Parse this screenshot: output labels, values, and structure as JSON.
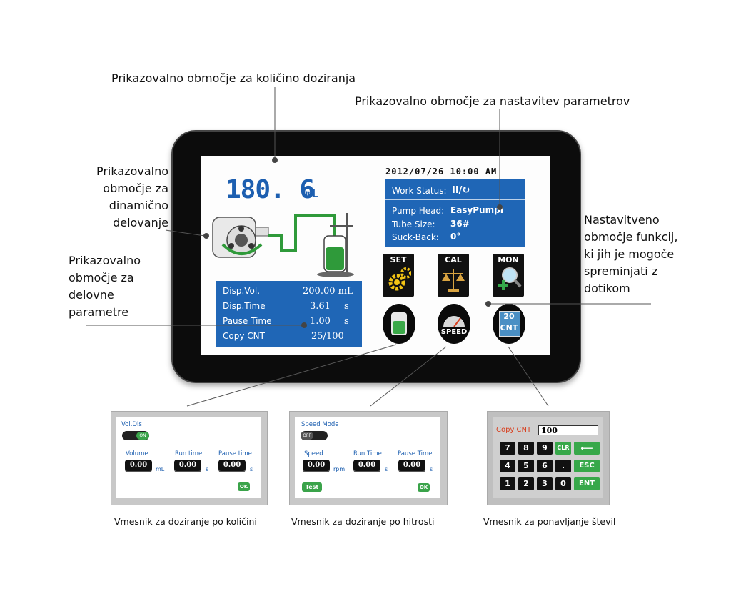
{
  "callouts": {
    "dosing_display": "Prikazovalno območje za količino doziranja",
    "param_display": "Prikazovalno območje za nastavitev parametrov",
    "dynamic_line1": "Prikazovalno",
    "dynamic_line2": "območje za",
    "dynamic_line3": "dinamično",
    "dynamic_line4": "delovanje",
    "work_line1": "Prikazovalno",
    "work_line2": "območje za",
    "work_line3": "delovne",
    "work_line4": "parametre",
    "func_line1": "Nastavitveno",
    "func_line2": "območje funkcij,",
    "func_line3": "ki jih je mogoče",
    "func_line4": "spreminjati z",
    "func_line5": "dotikom"
  },
  "screen": {
    "volume_value": "180. 6",
    "volume_unit": "mL",
    "datetime": "2012/07/26 10:00 AM",
    "status": {
      "work_status_label": "Work Status:",
      "work_status_value": "II/↻",
      "pump_head_label": "Pump Head:",
      "pump_head_value": "EasyPumpI",
      "tube_size_label": "Tube Size:",
      "tube_size_value": "36#",
      "suck_back_label": "Suck-Back:",
      "suck_back_value": "0°"
    },
    "params": {
      "disp_vol_label": "Disp.Vol.",
      "disp_vol_value": "200.00 mL",
      "disp_time_label": "Disp.Time",
      "disp_time_value": "3.61",
      "disp_time_unit": "s",
      "pause_time_label": "Pause Time",
      "pause_time_value": "1.00",
      "pause_time_unit": "s",
      "copy_cnt_label": "Copy CNT",
      "copy_cnt_value": "25/100"
    },
    "buttons": {
      "set": "SET",
      "cal": "CAL",
      "mon": "MON",
      "speed": "SPEED",
      "cnt_top": "20",
      "cnt_bottom": "CNT"
    }
  },
  "vol_panel": {
    "title": "Vol.Dis",
    "toggle": "ON",
    "volume_label": "Volume",
    "runtime_label": "Run time",
    "pause_label": "Pause time",
    "volume_value": "0.00",
    "runtime_value": "0.00",
    "pause_value": "0.00",
    "volume_unit": "mL",
    "runtime_unit": "s",
    "pause_unit": "s",
    "ok": "OK",
    "caption": "Vmesnik za doziranje po količini"
  },
  "speed_panel": {
    "title": "Speed Mode",
    "toggle": "OFF",
    "speed_label": "Speed",
    "runtime_label": "Run Time",
    "pause_label": "Pause Time",
    "speed_value": "0.00",
    "runtime_value": "0.00",
    "pause_value": "0.00",
    "speed_unit": "rpm",
    "runtime_unit": "s",
    "pause_unit": "s",
    "test": "Test",
    "ok": "OK",
    "caption": "Vmesnik za doziranje po hitrosti"
  },
  "cnt_panel": {
    "label": "Copy CNT",
    "value": "100",
    "keys": [
      "7",
      "8",
      "9",
      "4",
      "5",
      "6",
      "1",
      "2",
      "3",
      "0",
      "."
    ],
    "clr": "CLR",
    "back": "⟵",
    "esc": "ESC",
    "ent": "ENT",
    "caption": "Vmesnik za ponavljanje števil"
  },
  "colors": {
    "screen_blue": "#1f66b6",
    "value_blue": "#1d5fb0",
    "green": "#37a84a",
    "accent_red": "#d8401f"
  }
}
